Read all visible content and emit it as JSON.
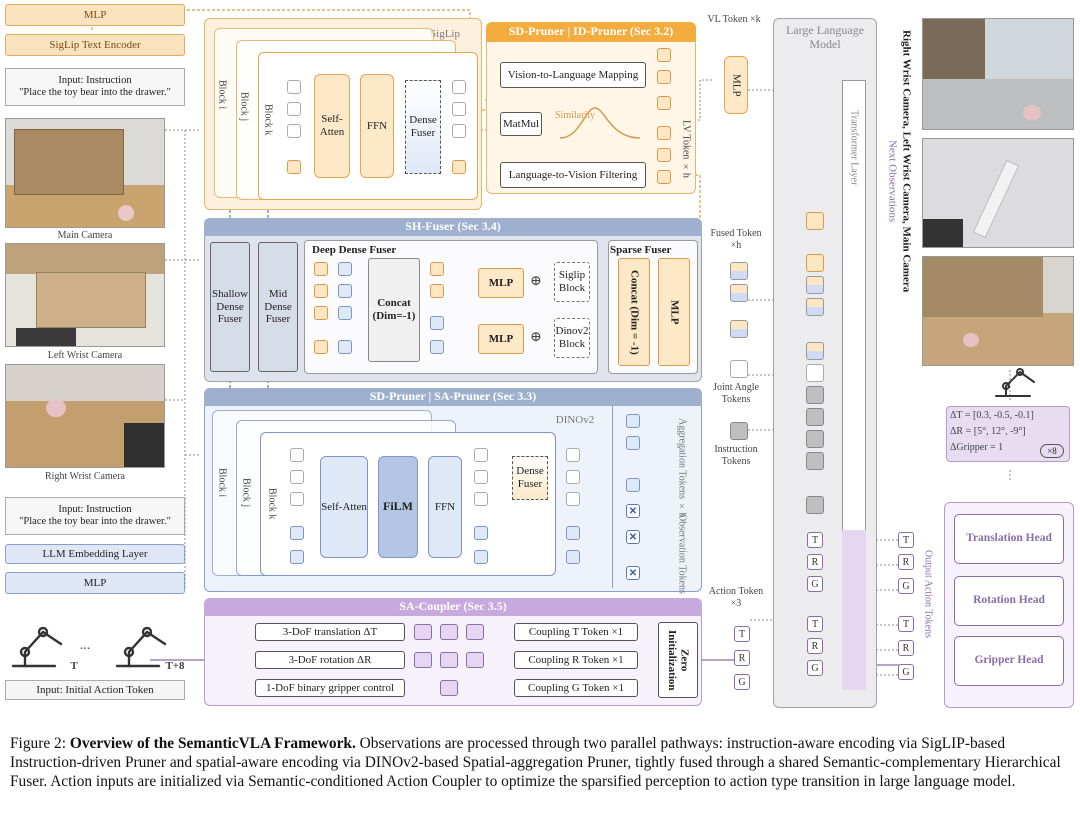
{
  "left": {
    "mlp_top": "MLP",
    "siglip_text_encoder": "SigLip Text Encoder",
    "input_instruction_title": "Input: Instruction",
    "input_instruction_text": "\"Place the toy bear into the drawer.\"",
    "main_camera": "Main Camera",
    "left_wrist_camera": "Left Wrist Camera",
    "right_wrist_camera": "Right Wrist Camera",
    "input_instruction_title2": "Input: Instruction",
    "input_instruction_text2": "\"Place the toy bear into the drawer.\"",
    "llm_embedding_layer": "LLM Embedding Layer",
    "mlp_bottom": "MLP",
    "robot_t": "T",
    "robot_t8": "T+8",
    "robot_ellipsis": "...",
    "input_action_token": "Input: Initial Action Token"
  },
  "siglip": {
    "title": "SigLip",
    "block_i": "Block i",
    "block_j": "Block j",
    "block_k": "Block k",
    "self_atten": "Self-Atten",
    "ffn": "FFN",
    "dense_fuser": "Dense Fuser"
  },
  "id_pruner": {
    "title": "SD-Pruner | ID-Pruner (Sec 3.2)",
    "v2l": "Vision-to-Language Mapping",
    "matmul": "MatMul",
    "similarity": "Similarity",
    "l2v": "Language-to-Vision Filtering",
    "lv_token": "LV Token ×h"
  },
  "vl_token": {
    "label": "VL Token ×k",
    "mlp": "MLP"
  },
  "sh_fuser": {
    "title": "SH-Fuser (Sec 3.4)",
    "shallow": "Shallow Dense Fuser",
    "mid": "Mid Dense Fuser",
    "deep_title": "Deep Dense Fuser",
    "concat": "Concat (Dim=-1)",
    "mlp1": "MLP",
    "mlp2": "MLP",
    "siglip_block": "Siglip Block",
    "dinov2_block": "Dinov2 Block",
    "sparse_title": "Sparse Fuser",
    "sparse_concat": "Concat (Dim = -1)",
    "sparse_mlp": "MLP"
  },
  "sa_pruner": {
    "title": "SD-Pruner | SA-Pruner (Sec 3.3)",
    "dinov2": "DINOv2",
    "block_i": "Block i",
    "block_j": "Block j",
    "block_k": "Block k",
    "self_atten": "Self-Atten",
    "film": "FiLM",
    "ffn": "FFN",
    "dense_fuser": "Dense Fuser",
    "aggregation_tokens": "Aggregation Tokens ×h",
    "observation_tokens": "Observation Tokens"
  },
  "sa_coupler": {
    "title": "SA-Coupler (Sec 3.5)",
    "dof_t": "3-DoF translation ΔT",
    "dof_r": "3-DoF rotation ΔR",
    "dof_g": "1-DoF binary gripper control",
    "coupling_t": "Coupling T Token ×1",
    "coupling_r": "Coupling R Token ×1",
    "coupling_g": "Coupling G Token ×1",
    "zero_init": "Zero Initialization"
  },
  "middle_labels": {
    "fused_token": "Fused Token ×h",
    "joint_angle": "Joint Angle Tokens",
    "instruction_tokens": "Instruction Tokens",
    "action_token": "Action Token ×3",
    "t": "T",
    "r": "R",
    "g": "G"
  },
  "llm": {
    "title": "Large Language Model",
    "transformer_layer": "Transformer Layer"
  },
  "right": {
    "output_action_tokens": "Output Action Tokens",
    "translation_head": "Translation Head",
    "rotation_head": "Rotation Head",
    "gripper_head": "Gripper Head",
    "delta_t": "ΔT = [0.3, -0.5, -0.1]",
    "delta_r": "ΔR = [5°, 12°, -9°]",
    "delta_gripper": "ΔGripper = 1",
    "times8": "×8",
    "cams_label": "Right Wrist Camera, Left Wrist Camera, Main Camera",
    "next_obs": "Next Observations"
  },
  "caption": {
    "prefix": "Figure 2: ",
    "bold": "Overview of the SemanticVLA Framework.",
    "text": " Observations are processed through two parallel pathways: instruction-aware encoding via SigLIP-based Instruction-driven Pruner and spatial-aware encoding via DINOv2-based Spatial-aggregation Pruner, tightly fused through a shared Semantic-complementary Hierarchical Fuser. Action inputs are initialized via Semantic-conditioned Action Coupler to optimize the sparsified perception to action type transition in large language model."
  },
  "colors": {
    "orange": "#e7b66a",
    "blue": "#8aa0cc",
    "purple": "#b69bd0",
    "gray": "#9ea3ad"
  }
}
